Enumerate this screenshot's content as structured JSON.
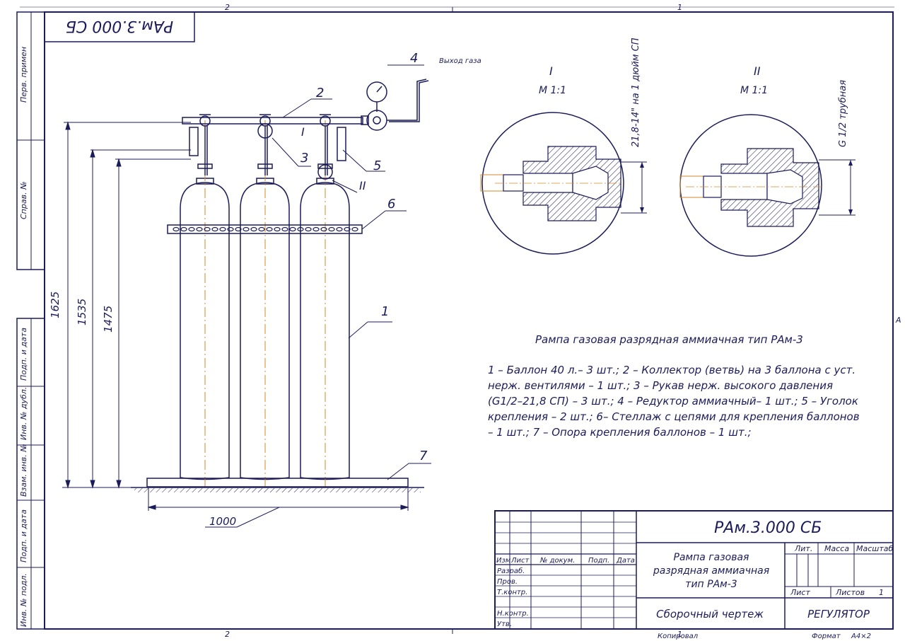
{
  "drawing_code": "РАм.3.000 СБ",
  "drawing_code_mirrored": "РАм.3.000 СБ",
  "zone_marks": {
    "top_left": "2",
    "top_right": "1",
    "bottom_left": "2",
    "bottom_right": "1",
    "right_edge": "A"
  },
  "side_strip": {
    "perv_primen": "Перв. примен",
    "sprav_no": "Справ. №",
    "podp_data_1": "Подп. и дата",
    "inv_dubl": "Инв. № дубл.",
    "vzam_inv": "Взам. инв. №",
    "podp_data_2": "Подп. и дата",
    "inv_podl": "Инв. № подл."
  },
  "callouts": {
    "c1": "1",
    "c2": "2",
    "c3": "3",
    "c4": "4",
    "c5": "5",
    "c6": "6",
    "c7": "7",
    "detail_I": "I",
    "detail_II": "II",
    "gas_outlet": "Выход газа"
  },
  "dimensions": {
    "d1625": "1625",
    "d1535": "1535",
    "d1475": "1475",
    "d1000": "1000"
  },
  "detail_views": {
    "view1_label": "I",
    "view1_scale": "М 1:1",
    "view1_thread": "21,8-14\" на 1 дюйм СП",
    "view2_label": "II",
    "view2_scale": "М 1:1",
    "view2_thread": "G 1/2 трубная"
  },
  "notes": {
    "title": "Рампа газовая разрядная аммиачная тип РАм-3",
    "lines": [
      "1 – Баллон 40 л.– 3 шт.; 2 – Коллектор (ветвь) на 3 баллона с уст.",
      "нерж. вентилями – 1 шт.; 3 – Рукав нерж. высокого давления",
      "(G1/2–21,8 СП) – 3 шт.; 4 – Редуктор аммиачный– 1 шт.;  5 – Уголок",
      "крепления – 2 шт.; 6– Стеллаж с цепями для крепления баллонов",
      "– 1 шт.; 7 – Опора крепления баллонов – 1 шт.;"
    ]
  },
  "title_block": {
    "code": "РАм.3.000 СБ",
    "col_izm": "Изм",
    "col_list": "Лист",
    "col_docnum": "№ докум.",
    "col_podp": "Подп.",
    "col_data": "Дата",
    "row_razrab": "Разраб.",
    "row_prov": "Пров.",
    "row_tkontr": "Т.контр.",
    "row_nkontr": "Н.контр.",
    "row_utv": "Утв.",
    "name_line1": "Рампа газовая",
    "name_line2": "разрядная аммиачная",
    "name_line3": "тип РАм-3",
    "lit": "Лит.",
    "massa": "Масса",
    "masshtab": "Масштаб",
    "list_label": "Лист",
    "listov_label": "Листов",
    "listov_value": "1",
    "doc_type": "Сборочный чертеж",
    "organization": "РЕГУЛЯТОР",
    "kopiroval": "Копировал",
    "format": "Формат",
    "format_value": "А4×2"
  }
}
